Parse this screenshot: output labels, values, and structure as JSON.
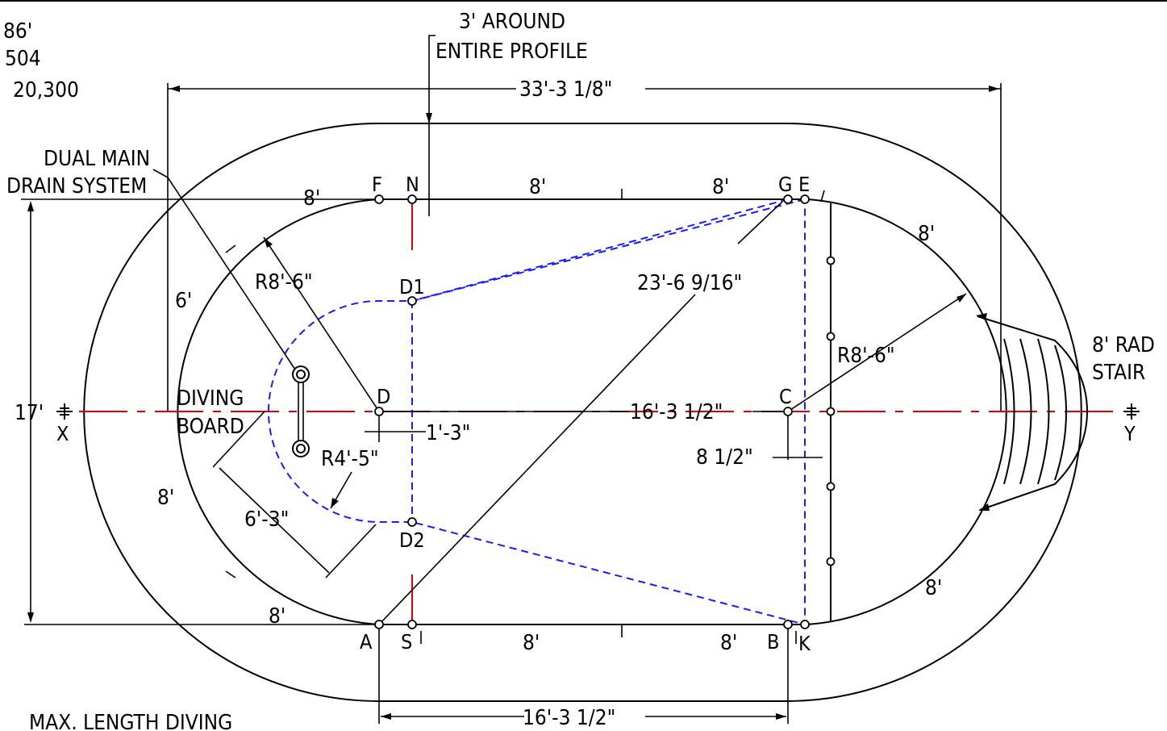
{
  "notes": {
    "line1": "86'",
    "line2": "504",
    "line3": "20,300",
    "bottom_note": "MAX. LENGTH DIVING"
  },
  "callouts": {
    "around_1": "3' AROUND",
    "around_2": "ENTIRE PROFILE",
    "drain_1": "DUAL MAIN",
    "drain_2": "DRAIN SYSTEM",
    "diving_1": "DIVING",
    "diving_2": "BOARD",
    "stair_1": "8' RAD",
    "stair_2": "STAIR"
  },
  "dimensions": {
    "overall_length": "33'-3 1/8\"",
    "width": "17'",
    "diagonal": "23'-6 9/16\"",
    "center_span": "16'-3 1/2\"",
    "bottom_span": "16'-3 1/2\"",
    "offset_d": "1'-3\"",
    "offset_c": "8 1/2\"",
    "radius_left": "R8'-6\"",
    "radius_right": "R8'-6\"",
    "radius_hopper": "R4'-5\"",
    "hopper_width": "6'-3\"",
    "deck_6": "6'",
    "seg_top_left": "8'",
    "seg_top_mid": "8'",
    "seg_top_right": "8'",
    "seg_bot_left": "8'",
    "seg_bot_mid": "8'",
    "seg_bot_right": "8'",
    "seg_left_low": "8'",
    "seg_right_up": "8'",
    "seg_right_low": "8'"
  },
  "points": {
    "F": "F",
    "N": "N",
    "G": "G",
    "E": "E",
    "D1": "D1",
    "D": "D",
    "D2": "D2",
    "C": "C",
    "A": "A",
    "S": "S",
    "B": "B",
    "K": "K",
    "X": "X",
    "Y": "Y"
  }
}
